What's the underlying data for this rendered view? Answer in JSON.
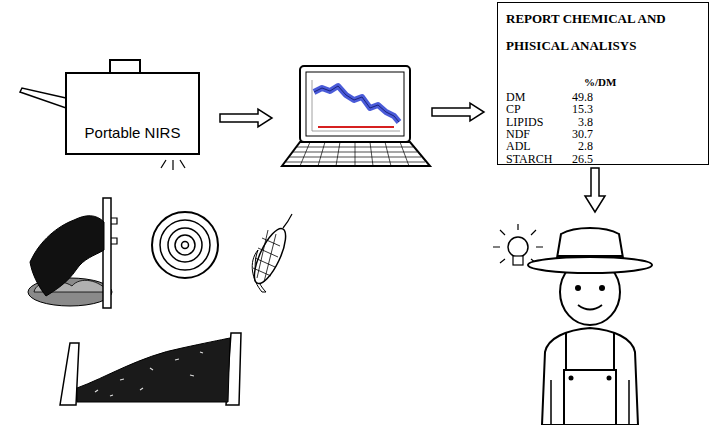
{
  "diagram": {
    "nodes": [
      {
        "text": [
          "Portable NIRS"
        ]
      },
      {
        "text": [
          "REPORT CHEMICAL AND PHISICAL ANALISYS",
          "%/DM",
          "DM",
          "49.8",
          "CP",
          "15.3",
          "LIPIDS",
          "3.8",
          "NDF",
          "30.7",
          "ADL",
          "2.8",
          "STARCH",
          "26.5"
        ]
      }
    ]
  }
}
